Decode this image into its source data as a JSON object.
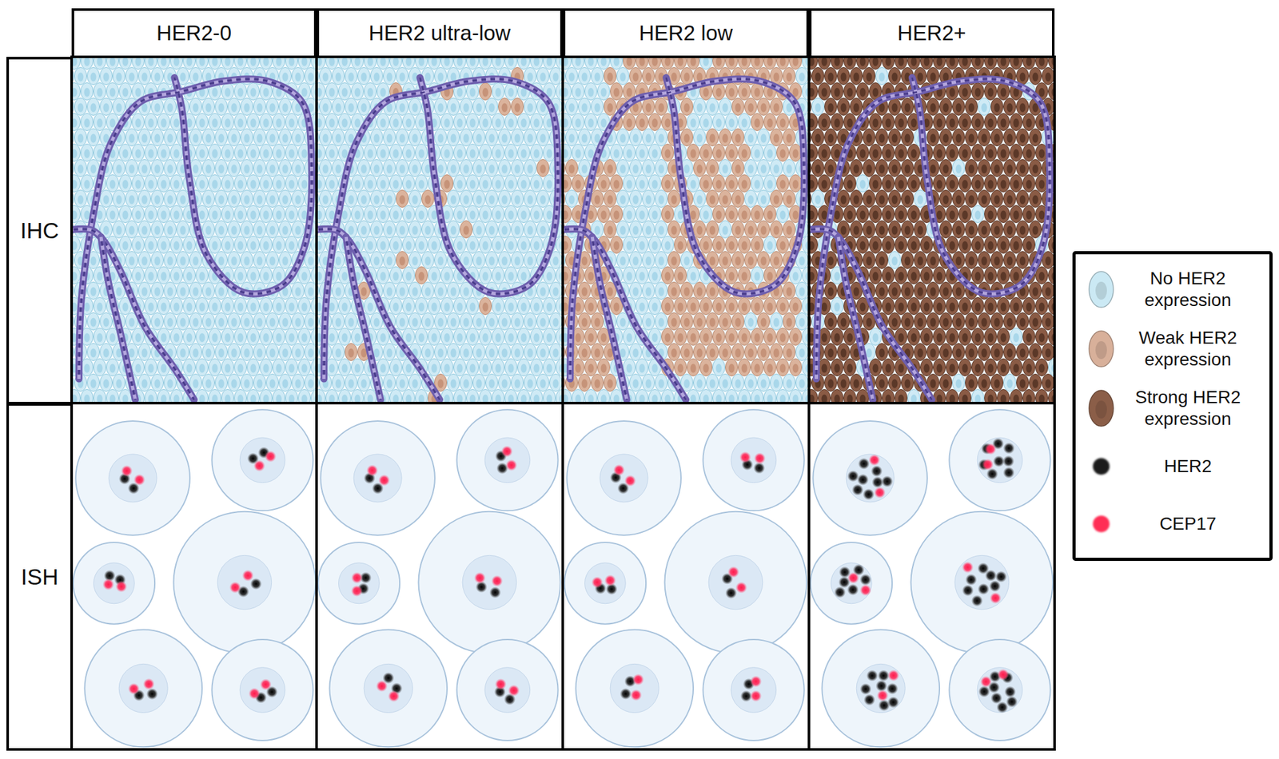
{
  "diagram": {
    "nodes": [
      {
        "text": [
          "HER2-0"
        ]
      },
      {
        "text": [
          "HER2 ultra-low"
        ]
      },
      {
        "text": [
          "HER2 low"
        ]
      },
      {
        "text": [
          "HER2+"
        ]
      },
      {
        "text": [
          "IHC"
        ]
      },
      {
        "text": [
          "ISH"
        ]
      }
    ],
    "legend": [
      {
        "text": "No HER2 expression",
        "color": "#cbe9f4"
      },
      {
        "text": "Weak HER2 expression",
        "color": "#d8b09a"
      },
      {
        "text": "Strong HER2 expression",
        "color": "#8b5e48"
      },
      {
        "text": "HER2",
        "color": "#1c1c1c"
      },
      {
        "text": "CEP17",
        "color": "#ff2d55"
      }
    ]
  }
}
